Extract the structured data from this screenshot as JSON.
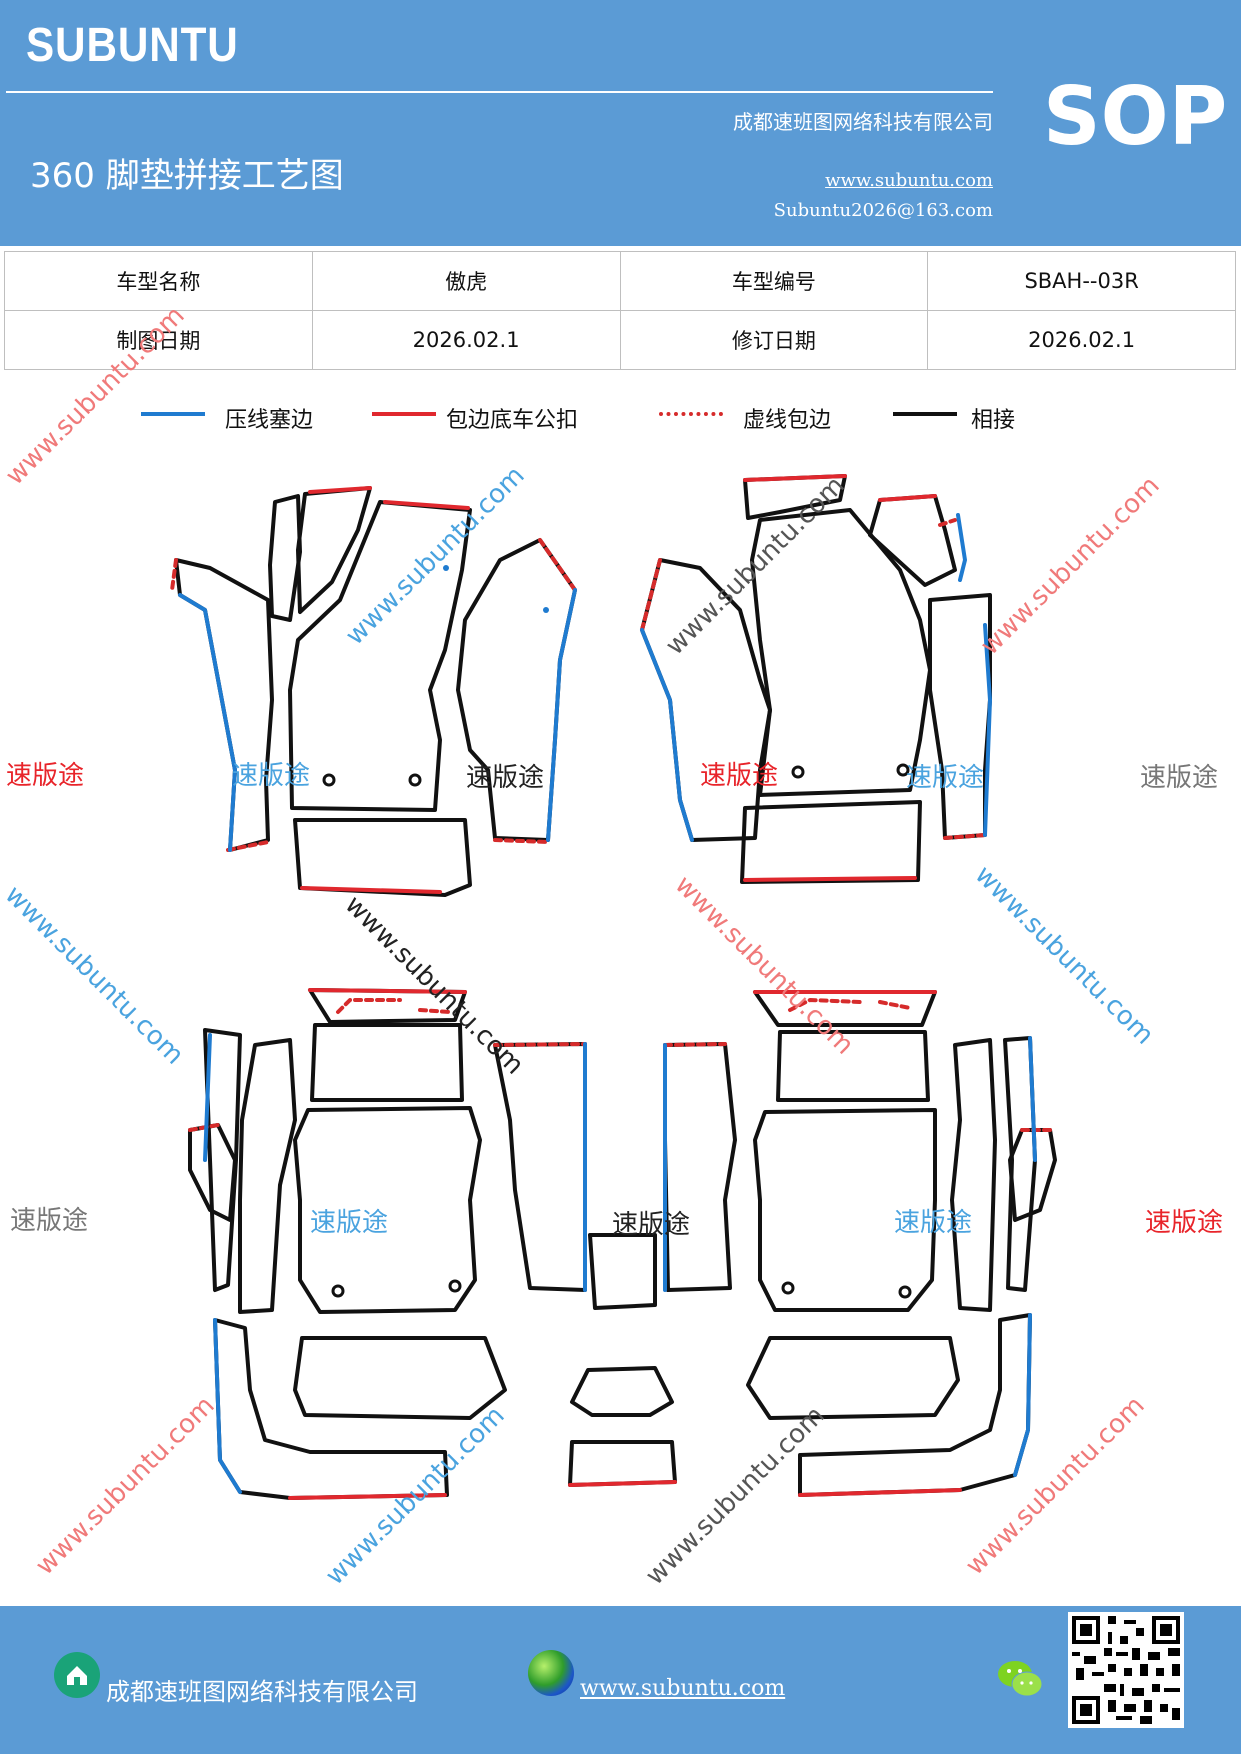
{
  "header": {
    "brand": "SUBUNTU",
    "company": "成都速班图网络科技有限公司",
    "title": "360 脚垫拼接工艺图",
    "url": "www.subuntu.com",
    "email": "Subuntu2026@163.com",
    "badge": "SOP"
  },
  "info": {
    "model_name_label": "车型名称",
    "model_name_value": "傲虎",
    "model_code_label": "车型编号",
    "model_code_value": "SBAH--03R",
    "drawing_date_label": "制图日期",
    "drawing_date_value": "2026.02.1",
    "revision_date_label": "修订日期",
    "revision_date_value": "2026.02.1"
  },
  "legend": [
    {
      "label": "压线塞边",
      "color": "#1f7bd0",
      "style": "solid"
    },
    {
      "label": "包边底车公扣",
      "color": "#e0282e",
      "style": "solid"
    },
    {
      "label": "虚线包边",
      "color": "#d62b2b",
      "style": "dashed"
    },
    {
      "label": "相接",
      "color": "#111111",
      "style": "solid"
    }
  ],
  "colors": {
    "header_bg": "#5b9bd5",
    "outline": "#111111",
    "blue_edge": "#1f7bd0",
    "red_edge": "#e0282e"
  },
  "watermarks": {
    "brand_cn": "速版途",
    "brand_url": "www.subuntu.com"
  },
  "footer": {
    "company": "成都速班图网络科技有限公司",
    "url": "www.subuntu.com",
    "icons": [
      "home-icon",
      "globe-icon",
      "wechat-icon",
      "qr-code"
    ]
  }
}
